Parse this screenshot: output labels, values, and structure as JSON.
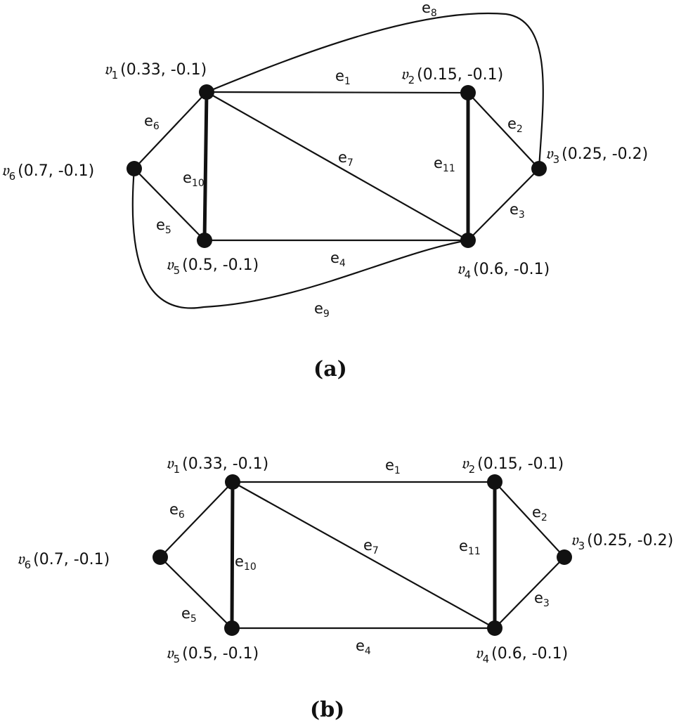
{
  "vertex_symbol": "𝔳",
  "edge_symbol": "e",
  "colors": {
    "ink": "#111111",
    "background": "#ffffff"
  },
  "vertices": [
    {
      "id": "v1",
      "sub": "1",
      "coords": "(0.33, -0.1)"
    },
    {
      "id": "v2",
      "sub": "2",
      "coords": "(0.15, -0.1)"
    },
    {
      "id": "v3",
      "sub": "3",
      "coords": "(0.25, -0.2)"
    },
    {
      "id": "v4",
      "sub": "4",
      "coords": "(0.6, -0.1)"
    },
    {
      "id": "v5",
      "sub": "5",
      "coords": "(0.5, -0.1)"
    },
    {
      "id": "v6",
      "sub": "6",
      "coords": "(0.7, -0.1)"
    }
  ],
  "panels": [
    {
      "id": "a",
      "caption": "(a)",
      "edges": [
        {
          "id": "e1",
          "sub": "1",
          "from": "v1",
          "to": "v2",
          "thick": false
        },
        {
          "id": "e2",
          "sub": "2",
          "from": "v2",
          "to": "v3",
          "thick": false
        },
        {
          "id": "e3",
          "sub": "3",
          "from": "v3",
          "to": "v4",
          "thick": false
        },
        {
          "id": "e4",
          "sub": "4",
          "from": "v5",
          "to": "v4",
          "thick": false
        },
        {
          "id": "e5",
          "sub": "5",
          "from": "v6",
          "to": "v5",
          "thick": false
        },
        {
          "id": "e6",
          "sub": "6",
          "from": "v1",
          "to": "v6",
          "thick": false
        },
        {
          "id": "e7",
          "sub": "7",
          "from": "v1",
          "to": "v4",
          "thick": false
        },
        {
          "id": "e8",
          "sub": "8",
          "from": "v1",
          "to": "v3",
          "thick": false,
          "curved": true
        },
        {
          "id": "e9",
          "sub": "9",
          "from": "v6",
          "to": "v4",
          "thick": false,
          "curved": true
        },
        {
          "id": "e10",
          "sub": "10",
          "from": "v1",
          "to": "v5",
          "thick": true
        },
        {
          "id": "e11",
          "sub": "11",
          "from": "v2",
          "to": "v4",
          "thick": true
        }
      ]
    },
    {
      "id": "b",
      "caption": "(b)",
      "edges": [
        {
          "id": "e1",
          "sub": "1",
          "from": "v1",
          "to": "v2",
          "thick": false
        },
        {
          "id": "e2",
          "sub": "2",
          "from": "v2",
          "to": "v3",
          "thick": false
        },
        {
          "id": "e3",
          "sub": "3",
          "from": "v3",
          "to": "v4",
          "thick": false
        },
        {
          "id": "e4",
          "sub": "4",
          "from": "v5",
          "to": "v4",
          "thick": false
        },
        {
          "id": "e5",
          "sub": "5",
          "from": "v6",
          "to": "v5",
          "thick": false
        },
        {
          "id": "e6",
          "sub": "6",
          "from": "v1",
          "to": "v6",
          "thick": false
        },
        {
          "id": "e7",
          "sub": "7",
          "from": "v1",
          "to": "v4",
          "thick": false
        },
        {
          "id": "e10",
          "sub": "10",
          "from": "v1",
          "to": "v5",
          "thick": true
        },
        {
          "id": "e11",
          "sub": "11",
          "from": "v2",
          "to": "v4",
          "thick": true
        }
      ]
    }
  ]
}
